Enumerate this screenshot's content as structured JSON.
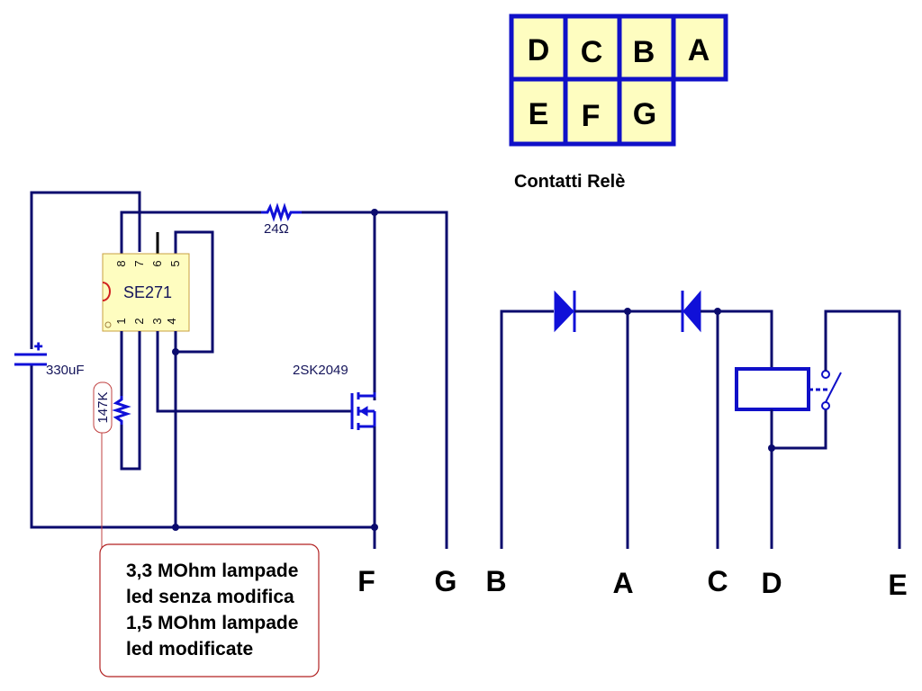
{
  "relay_contacts": {
    "caption": "Contatti Relè",
    "top_row": [
      "D",
      "C",
      "B",
      "A"
    ],
    "bottom_row": [
      "E",
      "F",
      "G"
    ],
    "cell_fill": "#fefdc0",
    "border_color": "#1010c8"
  },
  "components": {
    "ic": {
      "name": "SE271",
      "pins_top": [
        "8",
        "7",
        "6",
        "5"
      ],
      "pins_bottom": [
        "1",
        "2",
        "3",
        "4"
      ]
    },
    "resistor_top": {
      "value": "24Ω"
    },
    "resistor_left": {
      "value": "147K"
    },
    "capacitor": {
      "value": "330uF",
      "polarity": "+"
    },
    "mosfet": {
      "name": "2SK2049"
    }
  },
  "terminals": [
    "F",
    "G",
    "B",
    "A",
    "C",
    "D",
    "E"
  ],
  "note": {
    "lines": [
      "3,3 MOhm lampade",
      "led senza modifica",
      "1,5 MOhm lampade",
      "led modificate"
    ],
    "border_color": "#b22222"
  },
  "colors": {
    "wire": "#0b0b6e",
    "component": "#1010d8",
    "ic_fill": "#fefdc0"
  }
}
